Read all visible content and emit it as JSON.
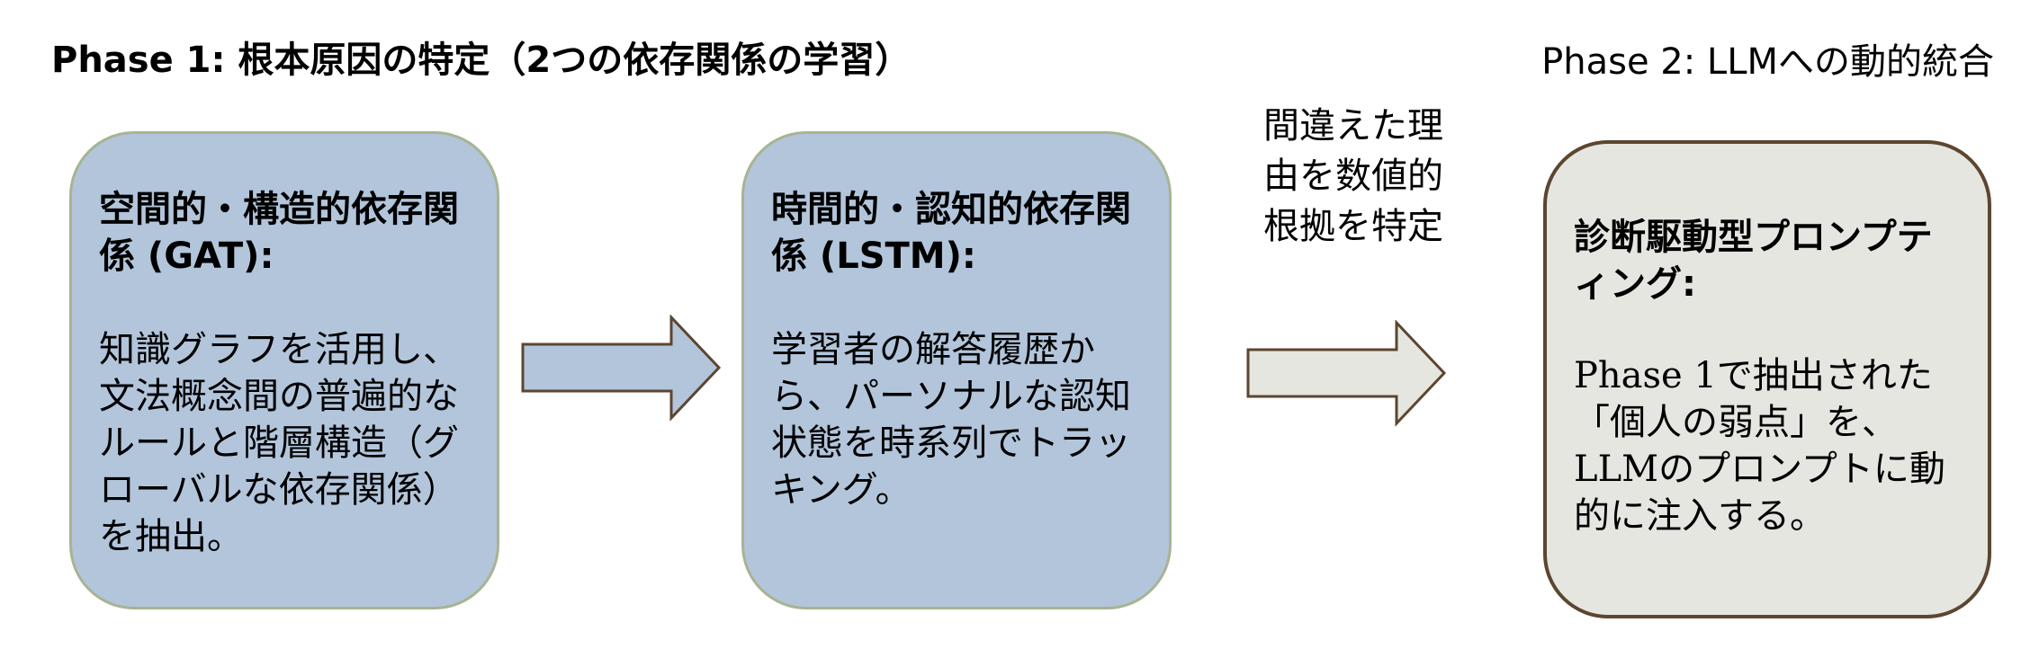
{
  "phase1": {
    "title": "Phase 1: 根本原因の特定（2つの依存関係の学習）",
    "boxes": [
      {
        "heading": "空間的・構造的依存関係 (GAT):",
        "body": "知識グラフを活用し、文法概念間の普遍的なルールと階層構造（グローバルな依存関係）を抽出。"
      },
      {
        "heading": "時間的・認知的依存関係 (LSTM):",
        "body": "学習者の解答履歴から、パーソナルな認知状態を時系列でトラッキング。"
      }
    ]
  },
  "annotation": "間違えた理由を数値的根拠を特定",
  "phase2": {
    "title": "Phase 2: LLMへの動的統合",
    "box": {
      "heading": "診断駆動型プロンプティング:",
      "body": "Phase 1で抽出された「個人の弱点」を、LLMのプロンプトに動的に注入する。"
    }
  },
  "colors": {
    "phase1_box_fill": "#b2c5db",
    "phase1_box_border": "#a7b493",
    "phase2_box_fill": "#e5e6e0",
    "phase2_box_border": "#5c4630",
    "arrow1_fill": "#b2c5db",
    "arrow2_fill": "#e5e6e0",
    "arrow_stroke": "#5c4630"
  }
}
